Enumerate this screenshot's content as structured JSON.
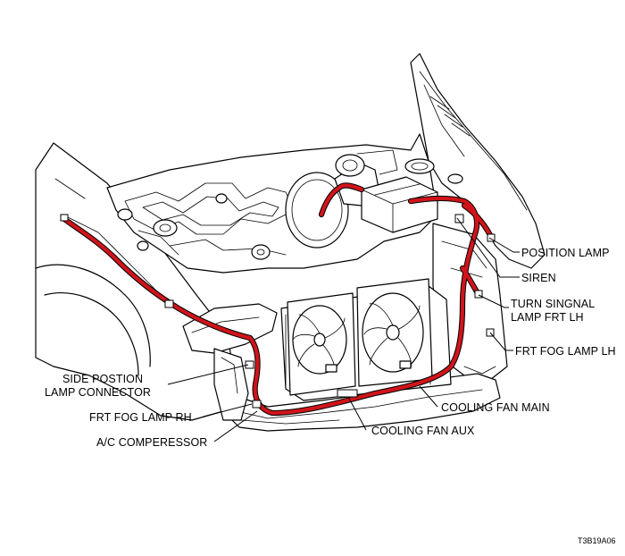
{
  "colors": {
    "harness": "#d0141b",
    "line_art": "#000000",
    "background": "#ffffff"
  },
  "labels": {
    "position_lamp": "POSITION LAMP",
    "siren": "SIREN",
    "turn_signal_line1": "TURN SINGNAL",
    "turn_signal_line2": "LAMP FRT LH",
    "frt_fog_lamp_lh": "FRT FOG LAMP LH",
    "side_position_line1": "SIDE POSTION",
    "side_position_line2": "LAMP CONNECTOR",
    "frt_fog_lamp_rh": "FRT FOG LAMP RH",
    "ac_compressor": "A/C COMPERESSOR",
    "cooling_fan_main": "COOLING FAN MAIN",
    "cooling_fan_aux": "COOLING FAN AUX"
  },
  "figure_code": "T3B19A06"
}
